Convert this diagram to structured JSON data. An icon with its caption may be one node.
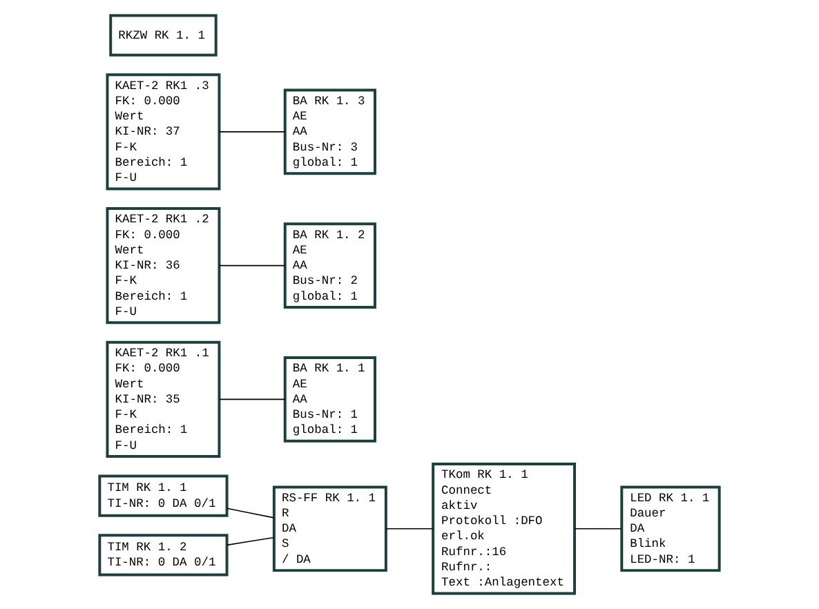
{
  "diagram": {
    "nodes": [
      {
        "text": [
          "TIM RK 1. 1",
          "TI-NR: 0 DA 0/1"
        ]
      },
      {
        "text": [
          "TIM RK 1. 2",
          "TI-NR: 0 DA 0/1"
        ]
      },
      {
        "text": [
          "RS-FF RK 1. 1",
          "R",
          "DA",
          "S",
          "/ DA"
        ]
      },
      {
        "text": [
          "TKom RK 1. 1",
          "Connect",
          "aktiv",
          "Protokoll :DFO",
          "erl.ok",
          "Rufnr.:16",
          "Rufnr.:",
          "Text :Anlagentext"
        ]
      },
      {
        "text": [
          "KAET-2 RK1 .1",
          "FK: 0.000",
          "Wert",
          "KI-NR: 35",
          "F-K",
          "Bereich: 1",
          "F-U"
        ]
      },
      {
        "text": [
          "BA RK 1. 1",
          "AE",
          "AA",
          "Bus-Nr: 1",
          "global: 1"
        ]
      },
      {
        "text": [
          "LED RK 1. 1",
          "Dauer",
          "DA",
          "Blink",
          "LED-NR: 1"
        ]
      },
      {
        "text": [
          "KAET-2 RK1 .2",
          "FK: 0.000",
          "Wert",
          "KI-NR: 36",
          "F-K",
          "Bereich: 1",
          "F-U"
        ]
      },
      {
        "text": [
          "BA RK 1. 2",
          "AE",
          "AA",
          "Bus-Nr: 2",
          "global: 1"
        ]
      },
      {
        "text": [
          "KAET-2 RK1 .3",
          "FK: 0.000",
          "Wert",
          "KI-NR: 37",
          "F-K",
          "Bereich: 1",
          "F-U"
        ]
      },
      {
        "text": [
          "BA RK 1. 3",
          "AE",
          "AA",
          "Bus-Nr: 3",
          "global: 1"
        ]
      },
      {
        "text": [
          "RKZW RK 1. 1"
        ]
      }
    ],
    "edges": [
      {
        "from": 0,
        "to": 2,
        "arrow": "none"
      },
      {
        "from": 1,
        "to": 2,
        "arrow": "none"
      },
      {
        "from": 2,
        "to": 3,
        "arrow": "none"
      },
      {
        "from": 3,
        "to": 6,
        "arrow": "none"
      },
      {
        "from": 4,
        "to": 5,
        "arrow": "none"
      },
      {
        "from": 7,
        "to": 8,
        "arrow": "none"
      },
      {
        "from": 9,
        "to": 10,
        "arrow": "none"
      }
    ]
  }
}
